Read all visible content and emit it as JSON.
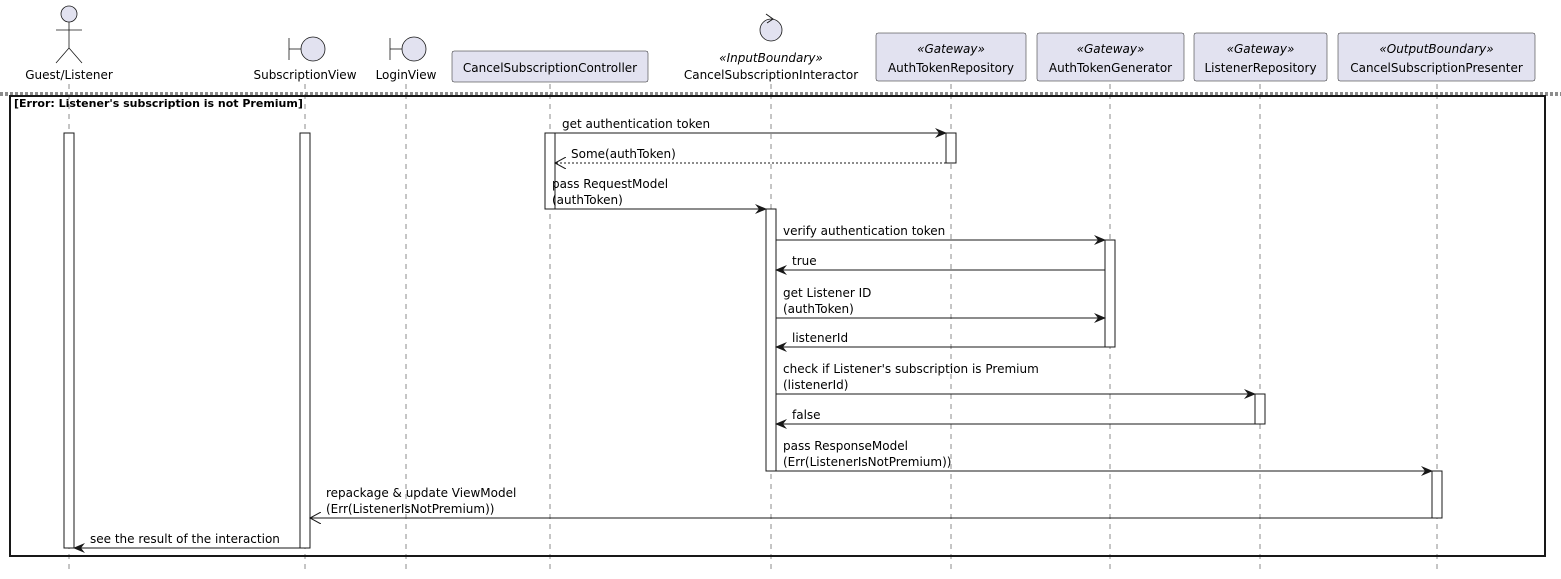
{
  "participants": [
    {
      "id": "guest",
      "kind": "actor",
      "name": "Guest/Listener",
      "stereotype": ""
    },
    {
      "id": "subview",
      "kind": "boundary",
      "name": "SubscriptionView",
      "stereotype": ""
    },
    {
      "id": "loginview",
      "kind": "boundary",
      "name": "LoginView",
      "stereotype": ""
    },
    {
      "id": "controller",
      "kind": "participant",
      "name": "CancelSubscriptionController",
      "stereotype": ""
    },
    {
      "id": "interactor",
      "kind": "control",
      "name": "CancelSubscriptionInteractor",
      "stereotype": "«InputBoundary»"
    },
    {
      "id": "tokenrepo",
      "kind": "participant",
      "name": "AuthTokenRepository",
      "stereotype": "«Gateway»"
    },
    {
      "id": "tokengen",
      "kind": "participant",
      "name": "AuthTokenGenerator",
      "stereotype": "«Gateway»"
    },
    {
      "id": "listenerrepo",
      "kind": "participant",
      "name": "ListenerRepository",
      "stereotype": "«Gateway»"
    },
    {
      "id": "presenter",
      "kind": "participant",
      "name": "CancelSubscriptionPresenter",
      "stereotype": "«OutputBoundary»"
    }
  ],
  "fragment": {
    "title": "[Error: Listener's subscription is not Premium]"
  },
  "messages": [
    {
      "from": "controller",
      "to": "tokenrepo",
      "lines": [
        "get authentication token"
      ],
      "style": "sync"
    },
    {
      "from": "tokenrepo",
      "to": "controller",
      "lines": [
        "Some(authToken)"
      ],
      "style": "return"
    },
    {
      "from": "controller",
      "to": "interactor",
      "lines": [
        "pass RequestModel",
        "(authToken)"
      ],
      "style": "sync"
    },
    {
      "from": "interactor",
      "to": "tokengen",
      "lines": [
        "verify authentication token"
      ],
      "style": "sync"
    },
    {
      "from": "tokengen",
      "to": "interactor",
      "lines": [
        "true"
      ],
      "style": "sync"
    },
    {
      "from": "interactor",
      "to": "tokengen",
      "lines": [
        "get Listener ID",
        "(authToken)"
      ],
      "style": "sync"
    },
    {
      "from": "tokengen",
      "to": "interactor",
      "lines": [
        "listenerId"
      ],
      "style": "sync"
    },
    {
      "from": "interactor",
      "to": "listenerrepo",
      "lines": [
        "check if Listener's subscription is Premium",
        "(listenerId)"
      ],
      "style": "sync"
    },
    {
      "from": "listenerrepo",
      "to": "interactor",
      "lines": [
        "false"
      ],
      "style": "sync"
    },
    {
      "from": "interactor",
      "to": "presenter",
      "lines": [
        "pass ResponseModel",
        "(Err(ListenerIsNotPremium))"
      ],
      "style": "sync"
    },
    {
      "from": "presenter",
      "to": "subview",
      "lines": [
        "repackage & update ViewModel",
        "(Err(ListenerIsNotPremium))"
      ],
      "style": "async"
    },
    {
      "from": "subview",
      "to": "guest",
      "lines": [
        "see the result of the interaction"
      ],
      "style": "sync"
    }
  ],
  "colors": {
    "participant_fill": "#E2E2F0",
    "participant_stroke": "#181818",
    "line": "#181818",
    "lifeline": "#181818"
  }
}
